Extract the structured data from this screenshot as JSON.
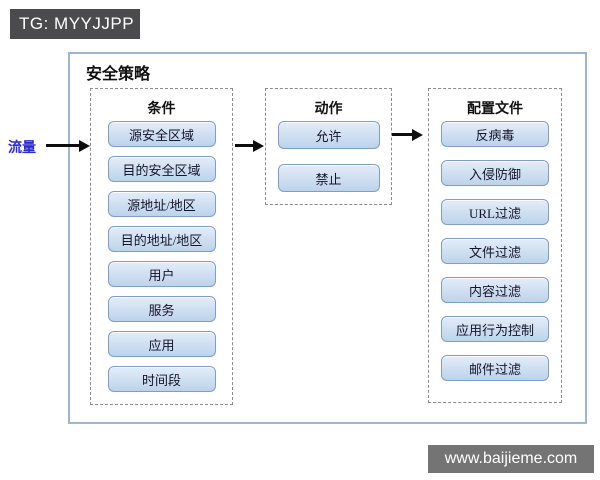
{
  "badge": {
    "text": "TG: MYYJJPP"
  },
  "watermark": {
    "text": "www.baijieme.com"
  },
  "diagram": {
    "title": "安全策略",
    "traffic_label": "流量",
    "columns": [
      {
        "header": "条件",
        "items": [
          "源安全区域",
          "目的安全区域",
          "源地址/地区",
          "目的地址/地区",
          "用户",
          "服务",
          "应用",
          "时间段"
        ]
      },
      {
        "header": "动作",
        "items": [
          "允许",
          "禁止"
        ]
      },
      {
        "header": "配置文件",
        "items": [
          "反病毒",
          "入侵防御",
          "URL过滤",
          "文件过滤",
          "内容过滤",
          "应用行为控制",
          "邮件过滤"
        ]
      }
    ]
  },
  "colors": {
    "badge_bg": "#4b4b4e",
    "watermark_bg": "#747474",
    "outer_border": "#9fb5d1",
    "dashed_border": "#8c8c8c",
    "node_fill_top": "#e3edf8",
    "node_fill_bottom": "#bdd3ea",
    "node_border": "#7e9ec4",
    "traffic_text": "#2b2bd4",
    "arrow": "#0d0d0d"
  }
}
